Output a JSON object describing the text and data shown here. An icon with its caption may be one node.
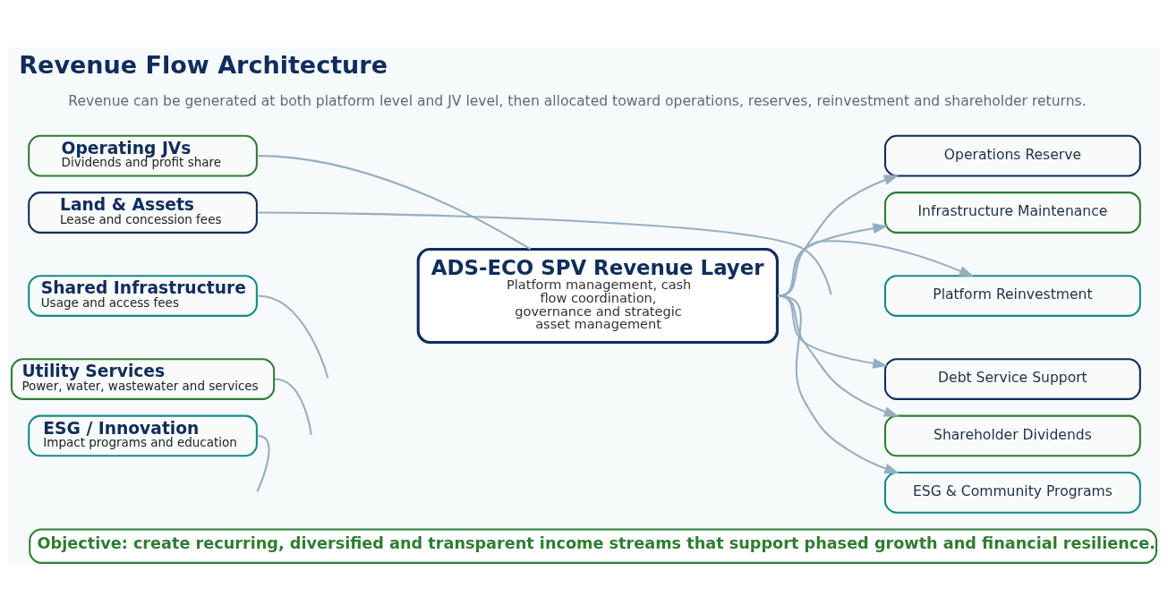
{
  "diagram": {
    "title": "Revenue Flow Architecture",
    "nodes": [
      {
        "text": [
          "Operating JVs",
          "Dividends and profit share"
        ]
      },
      {
        "text": [
          "Land & Assets",
          "Lease and concession fees"
        ]
      },
      {
        "text": [
          "Shared Infrastructure",
          "Usage and access fees"
        ]
      },
      {
        "text": [
          "Utility Services",
          "Power, water, wastewater and services"
        ]
      },
      {
        "text": [
          "ESG / Innovation",
          "Impact programs and education"
        ]
      },
      {
        "text": [
          "ADS-ECO SPV Revenue Layer",
          "Platform management, cash flow coordination, governance and strategic asset management"
        ]
      },
      {
        "text": [
          "Operations Reserve"
        ]
      },
      {
        "text": [
          "Infrastructure Maintenance"
        ]
      },
      {
        "text": [
          "Platform Reinvestment"
        ]
      },
      {
        "text": [
          "Debt Service Support"
        ]
      },
      {
        "text": [
          "Shareholder Dividends"
        ]
      },
      {
        "text": [
          "ESG & Community Programs"
        ]
      },
      {
        "text": [
          "Objective: create recurring, diversified and transparent income streams that support phased growth and financial resilience."
        ]
      }
    ],
    "edges": [
      {
        "from": 0,
        "to": 5,
        "arrow": "none"
      },
      {
        "from": 1,
        "to": null,
        "arrow": "none"
      },
      {
        "from": 2,
        "to": null,
        "arrow": "none"
      },
      {
        "from": 3,
        "to": null,
        "arrow": "none"
      },
      {
        "from": 4,
        "to": null,
        "arrow": "none"
      },
      {
        "from": 5,
        "to": 6,
        "arrow": "to"
      },
      {
        "from": 5,
        "to": 7,
        "arrow": "to"
      },
      {
        "from": 5,
        "to": 8,
        "arrow": "to"
      },
      {
        "from": 5,
        "to": 9,
        "arrow": "to"
      },
      {
        "from": 5,
        "to": 10,
        "arrow": "to"
      },
      {
        "from": 5,
        "to": 11,
        "arrow": "to"
      }
    ],
    "labels": [
      "Revenue can be generated at both platform level and JV level, then allocated toward operations, reserves, reinvestment and shareholder returns."
    ]
  }
}
